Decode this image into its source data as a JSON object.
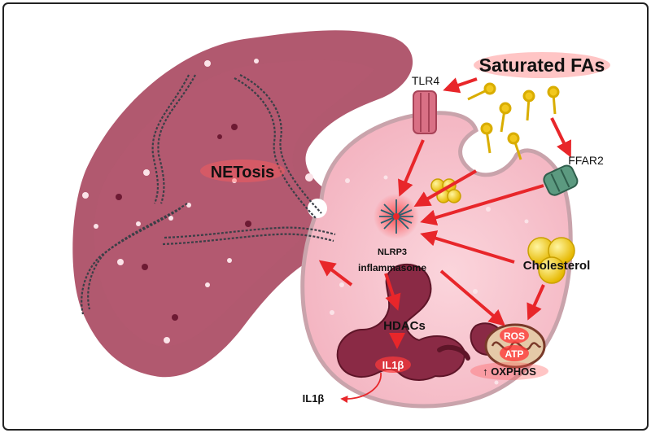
{
  "labels": {
    "saturated_fas": "Saturated FAs",
    "tlr4": "TLR4",
    "ffar2": "FFAR2",
    "netosis": "NETosis",
    "nlrp3": "NLRP3",
    "inflammasome": "inflammasome",
    "cholesterol": "Cholesterol",
    "hdacs": "HDACs",
    "il1b_inner": "IL1β",
    "il1b_outer": "IL1β",
    "ros": "ROS",
    "atp": "ATP",
    "oxphos": "↑ OXPHOS"
  },
  "colors": {
    "arrow": "#e8262a",
    "net_body": "#a8475f",
    "cell_fill": "#f7c6cf",
    "cell_border": "#c9a3ab",
    "nucleus": "#8a2a45",
    "fatty_acid": "#f2c81e",
    "cholesterol": "#f4d40f",
    "tlr4": "#d97085",
    "ffar2": "#5c9a80",
    "highlight": "#ff5a5a"
  }
}
